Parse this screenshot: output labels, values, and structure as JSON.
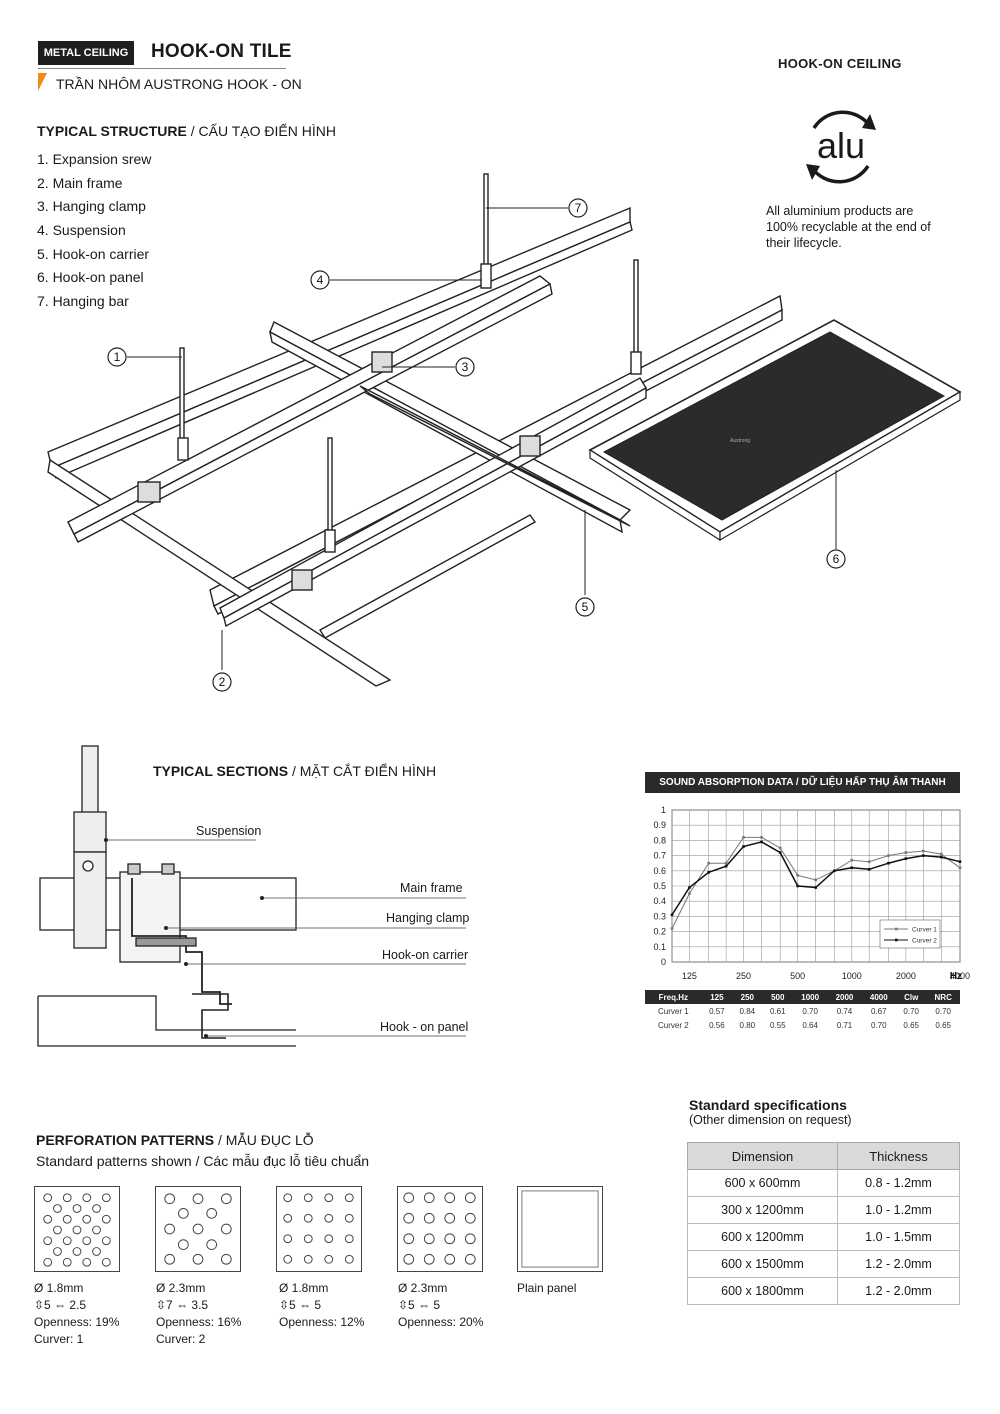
{
  "header": {
    "badge": "METAL CEILING",
    "title": "HOOK-ON TILE",
    "subtitle": "TRẦN NHÔM AUSTRONG HOOK - ON",
    "right_title": "HOOK-ON CEILING"
  },
  "logo": {
    "text": "alu",
    "note": "All aluminium products are 100% recyclable at the end of their lifecycle."
  },
  "structure": {
    "heading_bold": "TYPICAL STRUCTURE",
    "heading_rest": " / CẤU TẠO ĐIỂN HÌNH",
    "parts": [
      "1. Expansion srew",
      "2. Main frame",
      "3. Hanging clamp",
      "4. Suspension",
      "5. Hook-on carrier",
      "6. Hook-on panel",
      "7. Hanging bar"
    ],
    "callouts": [
      "1",
      "2",
      "3",
      "4",
      "5",
      "6",
      "7"
    ],
    "panel_text": "Austrong"
  },
  "sections": {
    "heading_bold": "TYPICAL SECTIONS",
    "heading_rest": " / MẶT CẮT ĐIỂN HÌNH",
    "labels": [
      "Suspension",
      "Main frame",
      "Hanging clamp",
      "Hook-on carrier",
      "Hook - on panel"
    ]
  },
  "sound": {
    "title": "SOUND ABSORPTION DATA / DỮ LIỆU HẤP THỤ ÂM THANH",
    "hz_label": "Hz",
    "table_header": [
      "Freq.Hz",
      "125",
      "250",
      "500",
      "1000",
      "2000",
      "4000",
      "Clw",
      "NRC"
    ],
    "table_rows": [
      [
        "Curver 1",
        "0.57",
        "0.84",
        "0.61",
        "0.70",
        "0.74",
        "0.67",
        "0.70",
        "0.70"
      ],
      [
        "Curver 2",
        "0.56",
        "0.80",
        "0.55",
        "0.64",
        "0.71",
        "0.70",
        "0.65",
        "0.65"
      ]
    ]
  },
  "chart_data": {
    "type": "line",
    "title": "SOUND ABSORPTION DATA / DỮ LIỆU HẤP THỤ ÂM THANH",
    "xlabel": "Hz",
    "ylabel": "",
    "ylim": [
      0,
      1
    ],
    "y_ticks": [
      "0",
      "0.1",
      "0.2",
      "0.3",
      "0.4",
      "0.5",
      "0.6",
      "0.7",
      "0.8",
      "0.9",
      "1"
    ],
    "x_ticks": [
      "125",
      "250",
      "500",
      "1000",
      "2000",
      "4000"
    ],
    "legend_position": "bottom-right",
    "grid": true,
    "series": [
      {
        "name": "Curver 1",
        "color": "#777777",
        "x": [
          100,
          125,
          160,
          200,
          250,
          315,
          400,
          500,
          630,
          800,
          1000,
          1250,
          1600,
          2000,
          2500,
          3150,
          4000
        ],
        "y": [
          0.22,
          0.45,
          0.65,
          0.65,
          0.82,
          0.82,
          0.75,
          0.57,
          0.54,
          0.6,
          0.67,
          0.66,
          0.7,
          0.72,
          0.73,
          0.71,
          0.62
        ]
      },
      {
        "name": "Curver 2",
        "color": "#111111",
        "x": [
          100,
          125,
          160,
          200,
          250,
          315,
          400,
          500,
          630,
          800,
          1000,
          1250,
          1600,
          2000,
          2500,
          3150,
          4000
        ],
        "y": [
          0.31,
          0.49,
          0.59,
          0.63,
          0.76,
          0.79,
          0.72,
          0.5,
          0.49,
          0.6,
          0.62,
          0.61,
          0.65,
          0.68,
          0.7,
          0.69,
          0.66
        ]
      }
    ]
  },
  "perforation": {
    "heading_bold": "PERFORATION PATTERNS",
    "heading_rest": " / MẪU ĐỤC LỖ",
    "subheading": "Standard patterns shown / Các mẫu đục lỗ tiêu chuẩn",
    "patterns": [
      {
        "diameter": "Ø 1.8mm",
        "spacing": "⇳5 ⇔ 2.5",
        "openness": "Openness: 19%",
        "curver": "Curver: 1"
      },
      {
        "diameter": "Ø 2.3mm",
        "spacing": "⇳7 ⇔ 3.5",
        "openness": "Openness: 16%",
        "curver": "Curver: 2"
      },
      {
        "diameter": "Ø 1.8mm",
        "spacing": "⇳5 ⇔ 5",
        "openness": "Openness: 12%",
        "curver": ""
      },
      {
        "diameter": "Ø 2.3mm",
        "spacing": "⇳5 ⇔ 5",
        "openness": "Openness: 20%",
        "curver": ""
      },
      {
        "diameter": "Plain panel",
        "spacing": "",
        "openness": "",
        "curver": ""
      }
    ]
  },
  "specs": {
    "title": "Standard specifications",
    "note": "(Other dimension on request)",
    "headers": [
      "Dimension",
      "Thickness"
    ],
    "rows": [
      [
        "600 x 600mm",
        "0.8 - 1.2mm"
      ],
      [
        "300 x 1200mm",
        "1.0 - 1.2mm"
      ],
      [
        "600 x 1200mm",
        "1.0 - 1.5mm"
      ],
      [
        "600 x 1500mm",
        "1.2 - 2.0mm"
      ],
      [
        "600 x 1800mm",
        "1.2 - 2.0mm"
      ]
    ]
  }
}
